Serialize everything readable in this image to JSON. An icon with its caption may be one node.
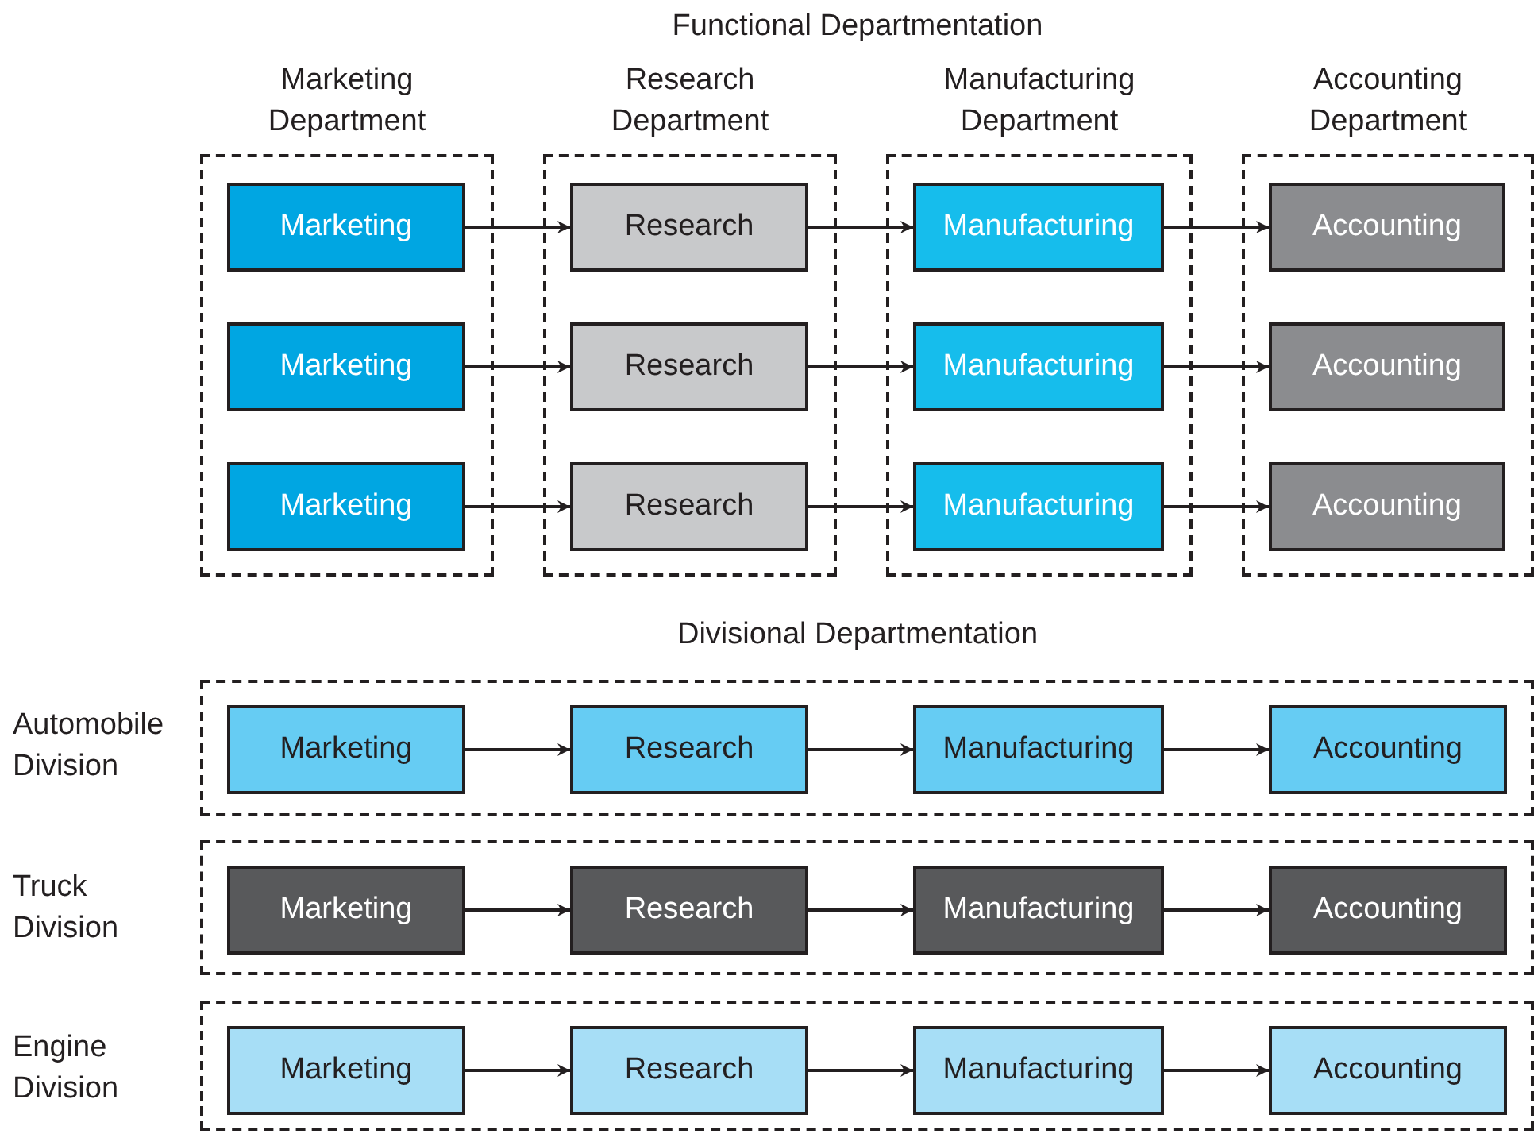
{
  "diagram": {
    "nodes": [
      {
        "text": [
          "Marketing Department"
        ]
      },
      {
        "text": [
          "Marketing"
        ],
        "in": 0
      },
      {
        "text": [
          "Marketing"
        ],
        "in": 0
      },
      {
        "text": [
          "Marketing"
        ],
        "in": 0
      },
      {
        "text": [
          "Research Department"
        ]
      },
      {
        "text": [
          "Research"
        ],
        "in": 4
      },
      {
        "text": [
          "Research"
        ],
        "in": 4
      },
      {
        "text": [
          "Research"
        ],
        "in": 4
      },
      {
        "text": [
          "Manufacturing Department"
        ]
      },
      {
        "text": [
          "Manufacturing"
        ],
        "in": 8
      },
      {
        "text": [
          "Manufacturing"
        ],
        "in": 8
      },
      {
        "text": [
          "Manufacturing"
        ],
        "in": 8
      },
      {
        "text": [
          "Accounting Department"
        ]
      },
      {
        "text": [
          "Accounting"
        ],
        "in": 12
      },
      {
        "text": [
          "Accounting"
        ],
        "in": 12
      },
      {
        "text": [
          "Accounting"
        ],
        "in": 12
      },
      {
        "text": [
          "Automobile Division"
        ]
      },
      {
        "text": [
          "Marketing"
        ],
        "in": 16
      },
      {
        "text": [
          "Research"
        ],
        "in": 16
      },
      {
        "text": [
          "Manufacturing"
        ],
        "in": 16
      },
      {
        "text": [
          "Accounting"
        ],
        "in": 16
      },
      {
        "text": [
          "Truck Division"
        ]
      },
      {
        "text": [
          "Marketing"
        ],
        "in": 21
      },
      {
        "text": [
          "Research"
        ],
        "in": 21
      },
      {
        "text": [
          "Manufacturing"
        ],
        "in": 21
      },
      {
        "text": [
          "Accounting"
        ],
        "in": 21
      },
      {
        "text": [
          "Engine Division"
        ]
      },
      {
        "text": [
          "Marketing"
        ],
        "in": 26
      },
      {
        "text": [
          "Research"
        ],
        "in": 26
      },
      {
        "text": [
          "Manufacturing"
        ],
        "in": 26
      },
      {
        "text": [
          "Accounting"
        ],
        "in": 26
      }
    ],
    "edges": [
      {
        "from": 1,
        "to": 5,
        "arrow": "to"
      },
      {
        "from": 5,
        "to": 9,
        "arrow": "to"
      },
      {
        "from": 9,
        "to": 13,
        "arrow": "to"
      },
      {
        "from": 2,
        "to": 6,
        "arrow": "to"
      },
      {
        "from": 6,
        "to": 10,
        "arrow": "to"
      },
      {
        "from": 10,
        "to": 14,
        "arrow": "to"
      },
      {
        "from": 3,
        "to": 7,
        "arrow": "to"
      },
      {
        "from": 7,
        "to": 11,
        "arrow": "to"
      },
      {
        "from": 11,
        "to": 15,
        "arrow": "to"
      },
      {
        "from": 17,
        "to": 18,
        "arrow": "to"
      },
      {
        "from": 18,
        "to": 19,
        "arrow": "to"
      },
      {
        "from": 19,
        "to": 20,
        "arrow": "to"
      },
      {
        "from": 22,
        "to": 23,
        "arrow": "to"
      },
      {
        "from": 23,
        "to": 24,
        "arrow": "to"
      },
      {
        "from": 24,
        "to": 25,
        "arrow": "to"
      },
      {
        "from": 27,
        "to": 28,
        "arrow": "to"
      },
      {
        "from": 28,
        "to": 29,
        "arrow": "to"
      },
      {
        "from": 29,
        "to": 30,
        "arrow": "to"
      }
    ],
    "labels": [
      "Functional Departmentation",
      "Divisional Departmentation"
    ]
  }
}
